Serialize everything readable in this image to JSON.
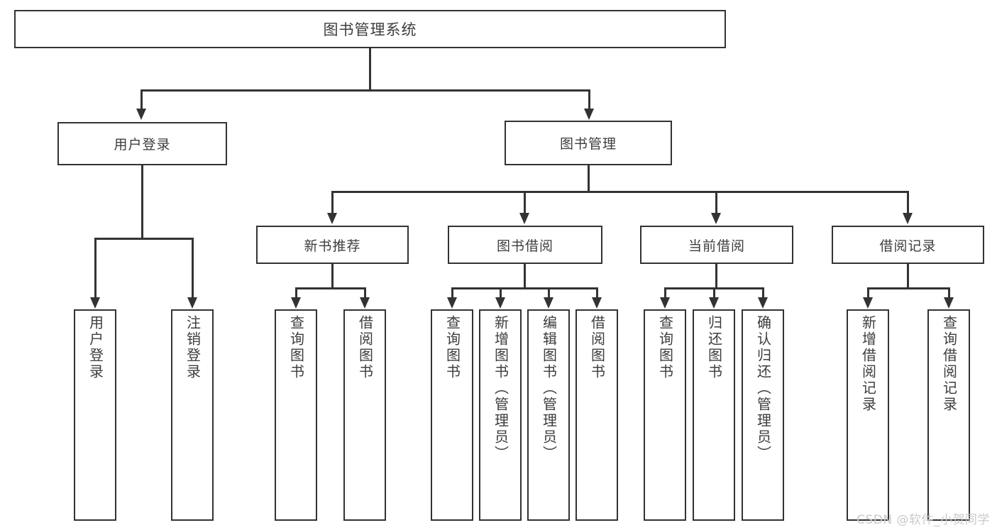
{
  "diagram": {
    "title": "图书管理系统",
    "type": "tree",
    "root": {
      "label": "图书管理系统"
    },
    "level1": [
      {
        "label": "用户登录"
      },
      {
        "label": "图书管理"
      }
    ],
    "level2": [
      {
        "label": "新书推荐"
      },
      {
        "label": "图书借阅"
      },
      {
        "label": "当前借阅"
      },
      {
        "label": "借阅记录"
      }
    ],
    "leaves": {
      "user_login": [
        {
          "label": "用户登录"
        },
        {
          "label": "注销登录"
        }
      ],
      "new_book_recommend": [
        {
          "label": "查询图书"
        },
        {
          "label": "借阅图书"
        }
      ],
      "book_borrow": [
        {
          "label": "查询图书"
        },
        {
          "label": "新增图书（管理员）"
        },
        {
          "label": "编辑图书（管理员）"
        },
        {
          "label": "借阅图书"
        }
      ],
      "current_borrow": [
        {
          "label": "查询图书"
        },
        {
          "label": "归还图书"
        },
        {
          "label": "确认归还（管理员）"
        }
      ],
      "borrow_record": [
        {
          "label": "新增借阅记录"
        },
        {
          "label": "查询借阅记录"
        }
      ]
    }
  },
  "watermark": {
    "text": "CSDN @软件_小贺同学"
  },
  "colors": {
    "stroke": "#333333",
    "text": "#3d3d3d",
    "background": "#ffffff",
    "watermark": "#c9c9c9"
  }
}
